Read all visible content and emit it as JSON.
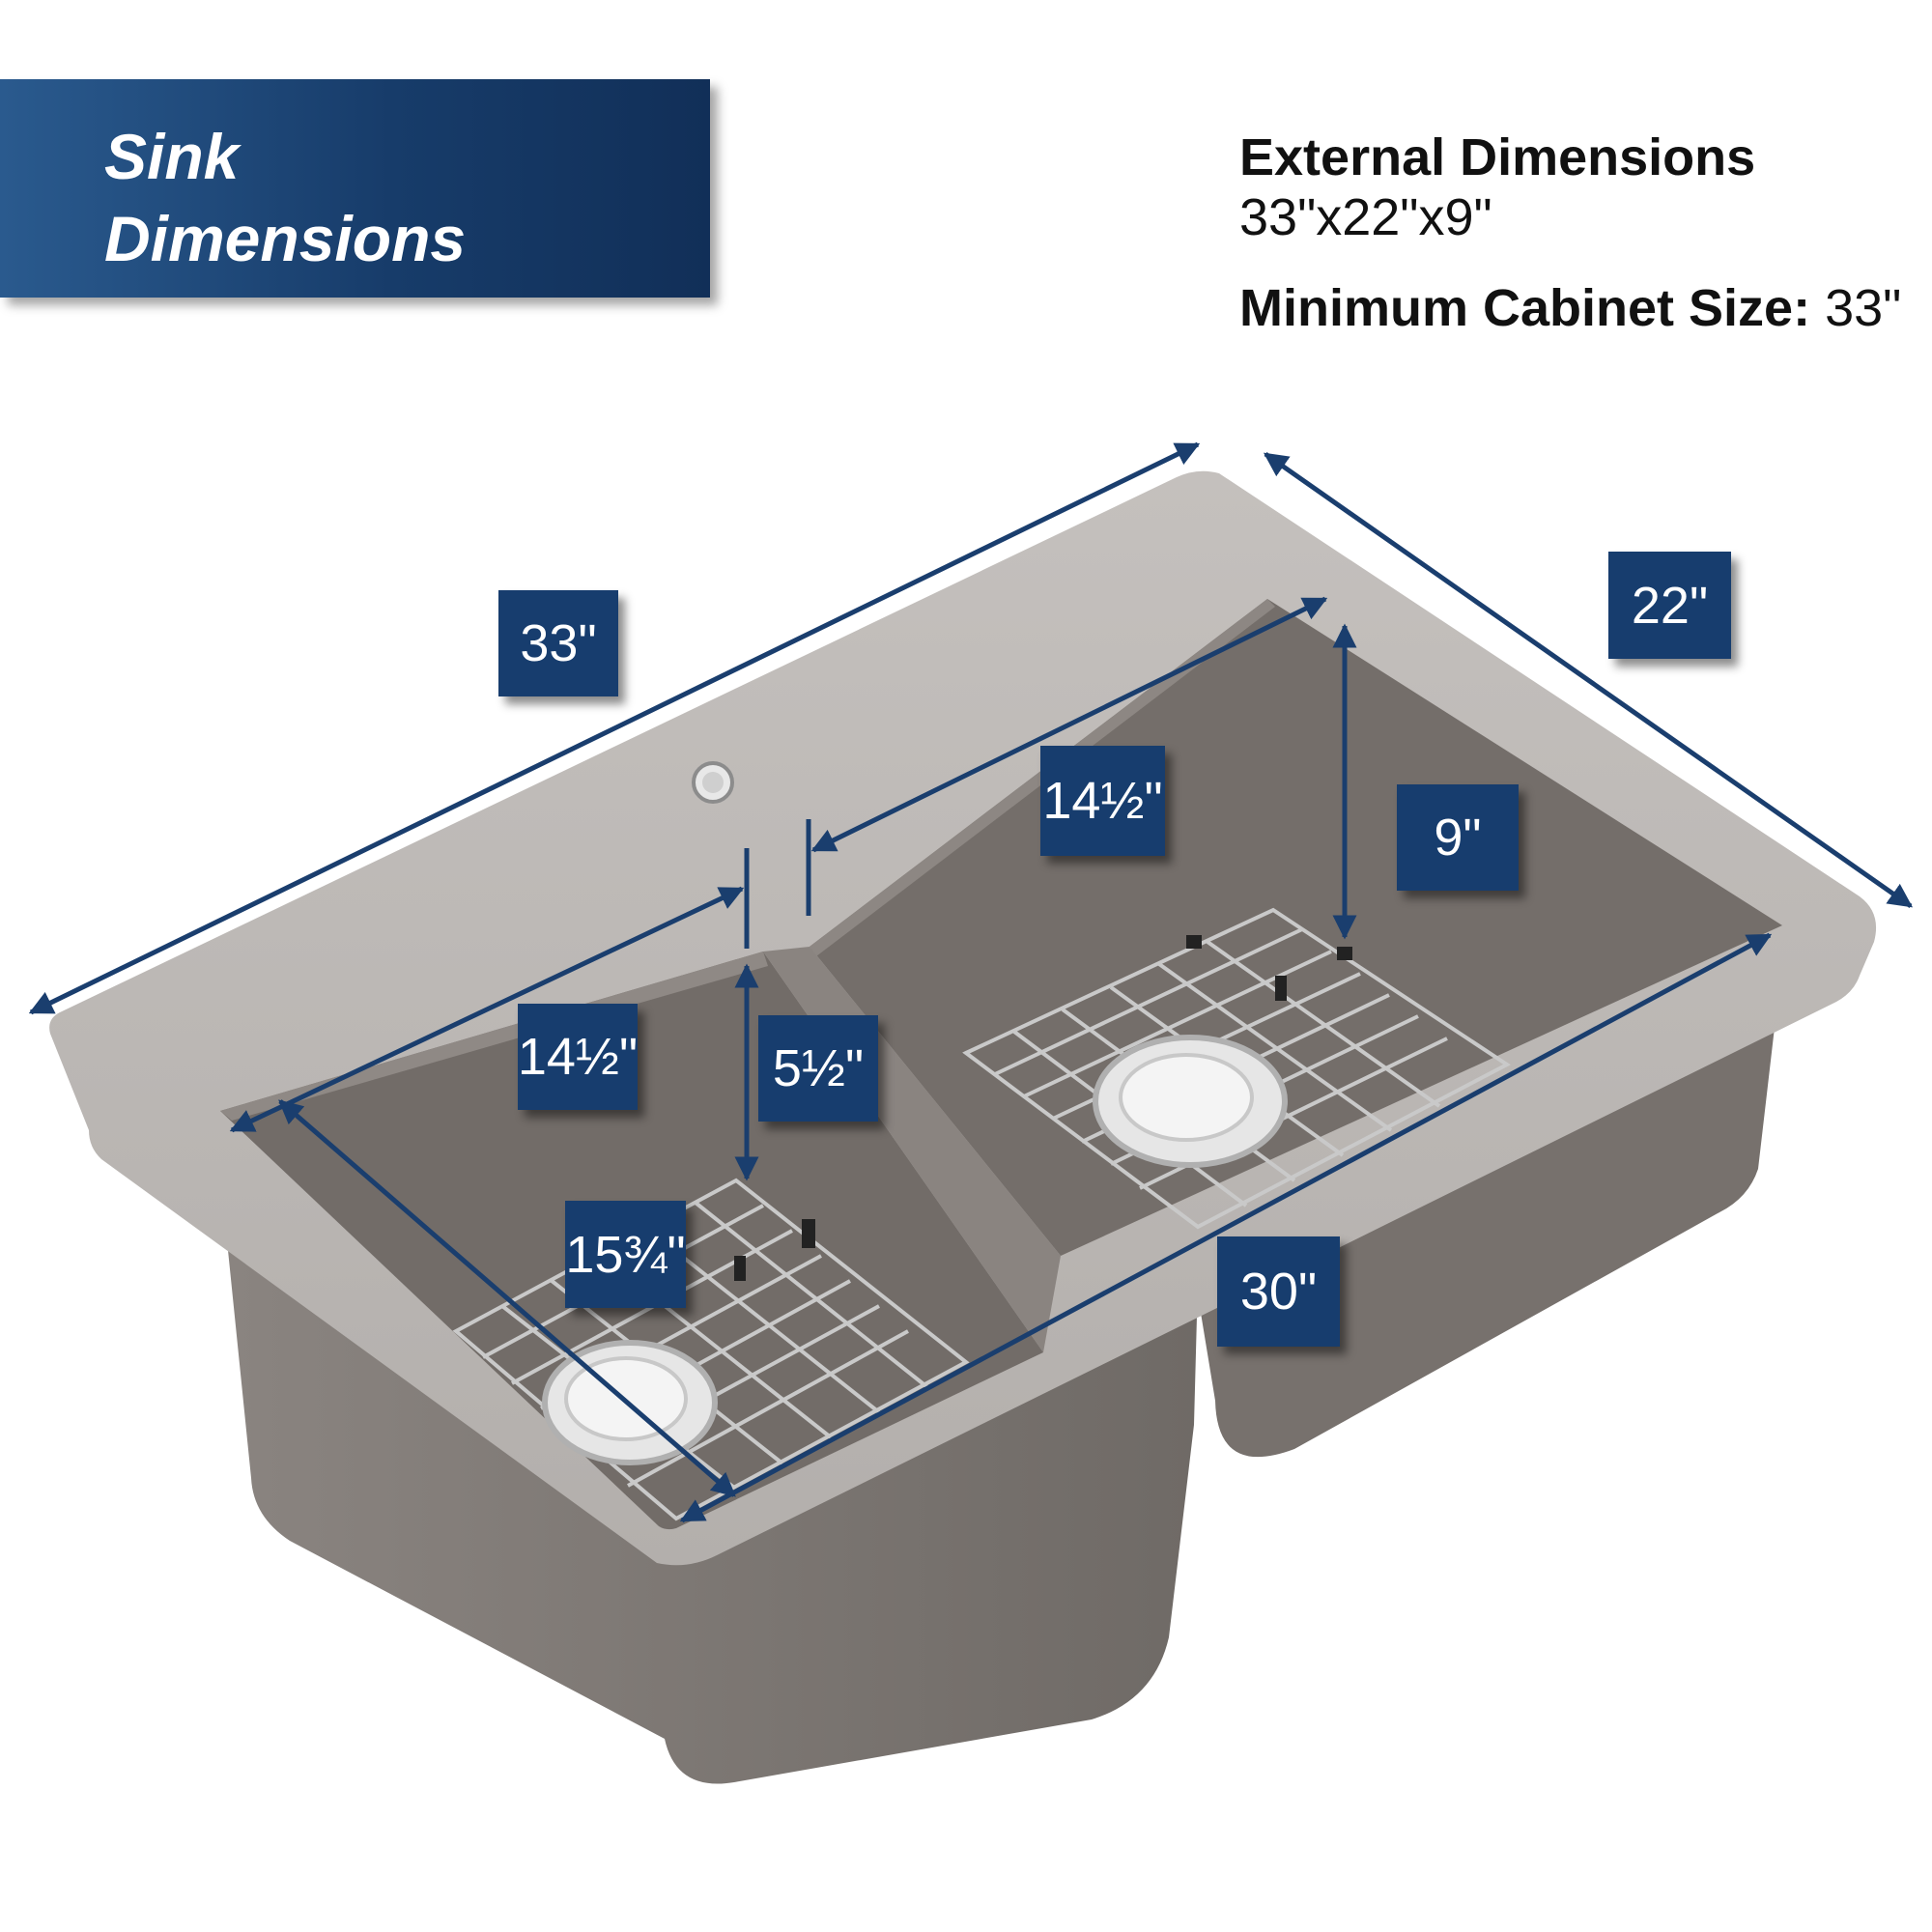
{
  "banner": {
    "line1": "Sink",
    "line2": "Dimensions"
  },
  "specs": {
    "external_heading": "External Dimensions",
    "external_value": "33\"x22\"x9\"",
    "cabinet_heading": "Minimum Cabinet Size:",
    "cabinet_value": "33\""
  },
  "dimensions": {
    "overall_length": "33\"",
    "overall_width": "22\"",
    "right_bowl_width": "14½\"",
    "bowl_depth": "9\"",
    "left_bowl_width": "14½\"",
    "divider_depth": "5½\"",
    "left_bowl_length": "15¾\"",
    "inner_length": "30\""
  },
  "colors": {
    "label_bg": "#173d6e",
    "arrow": "#1a3e6e",
    "sink_rim": "#b8b4b1",
    "sink_basin": "#7a7470"
  }
}
